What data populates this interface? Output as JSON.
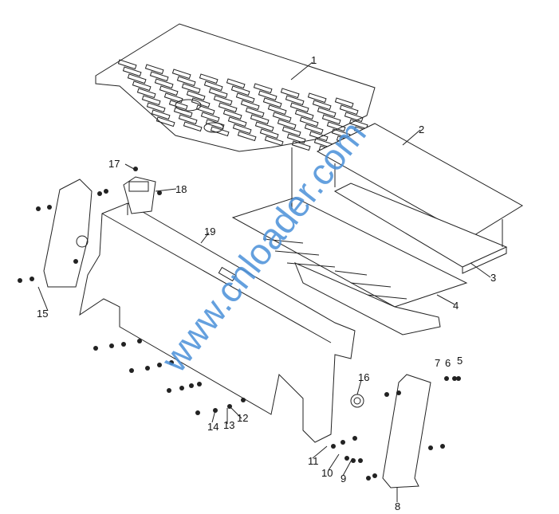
{
  "diagram": {
    "watermark": "www.cnloader.com",
    "callouts": [
      "1",
      "2",
      "3",
      "4",
      "5",
      "6",
      "7",
      "8",
      "9",
      "10",
      "11",
      "12",
      "13",
      "14",
      "15",
      "16",
      "17",
      "18",
      "19"
    ]
  }
}
